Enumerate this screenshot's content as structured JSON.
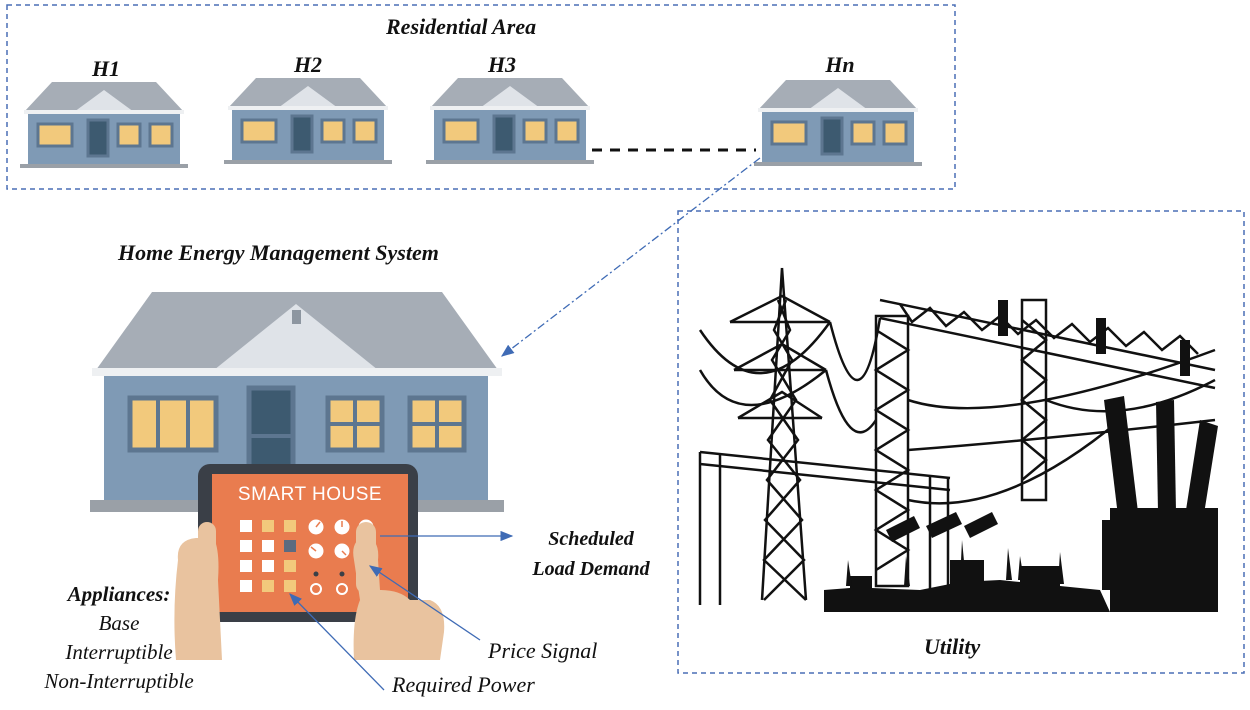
{
  "residential": {
    "title": "Residential Area",
    "houses": [
      "H1",
      "H2",
      "H3",
      "Hn"
    ]
  },
  "hems": {
    "title": "Home Energy Management System",
    "tablet_title": "SMART HOUSE"
  },
  "appliances": {
    "title": "Appliances:",
    "items": [
      "Base",
      "Interruptible",
      "Non-Interruptible"
    ]
  },
  "annotations": {
    "scheduled_line1": "Scheduled",
    "scheduled_line2": "Load Demand",
    "price_signal": "Price Signal",
    "required_power": "Required Power"
  },
  "utility": {
    "title": "Utility"
  },
  "colors": {
    "box_border": "#4a6fb5",
    "house_wall": "#7f9ab5",
    "house_roof": "#a6adb6",
    "window": "#f2c97c",
    "tablet_screen": "#e97c4f",
    "skin": "#e9c39f",
    "arrow": "#3f6bb5"
  }
}
